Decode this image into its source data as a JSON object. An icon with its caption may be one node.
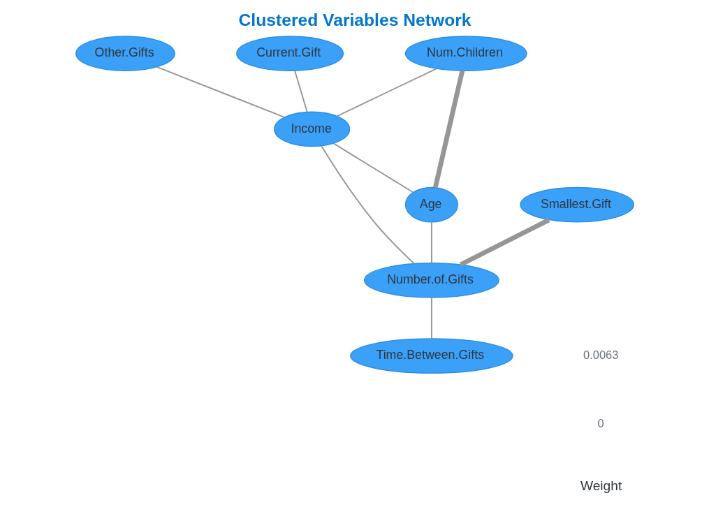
{
  "diagram": {
    "title": "Clustered Variables Network",
    "nodes": [
      {
        "text": [
          "Other.Gifts"
        ]
      },
      {
        "text": [
          "Current.Gift"
        ]
      },
      {
        "text": [
          "Num.Children"
        ]
      },
      {
        "text": [
          "Income"
        ]
      },
      {
        "text": [
          "Smallest.Gift"
        ]
      },
      {
        "text": [
          "Age"
        ]
      },
      {
        "text": [
          "Number.of.Gifts"
        ]
      },
      {
        "text": [
          "Time.Between.Gifts"
        ]
      }
    ],
    "edges": [
      {
        "from": 0,
        "to": 3,
        "arrow": "none"
      },
      {
        "from": 1,
        "to": 3,
        "arrow": "none"
      },
      {
        "from": 2,
        "to": 3,
        "arrow": "none"
      },
      {
        "from": 2,
        "to": 5,
        "arrow": "none",
        "style": "thick"
      },
      {
        "from": 3,
        "to": 5,
        "arrow": "none"
      },
      {
        "from": 3,
        "to": 6,
        "arrow": "none"
      },
      {
        "from": 4,
        "to": 6,
        "arrow": "none",
        "style": "thick"
      },
      {
        "from": 5,
        "to": 6,
        "arrow": "none"
      },
      {
        "from": 6,
        "to": 7,
        "arrow": "none"
      }
    ],
    "labels": [
      "0.0063",
      "0",
      "Weight"
    ]
  }
}
